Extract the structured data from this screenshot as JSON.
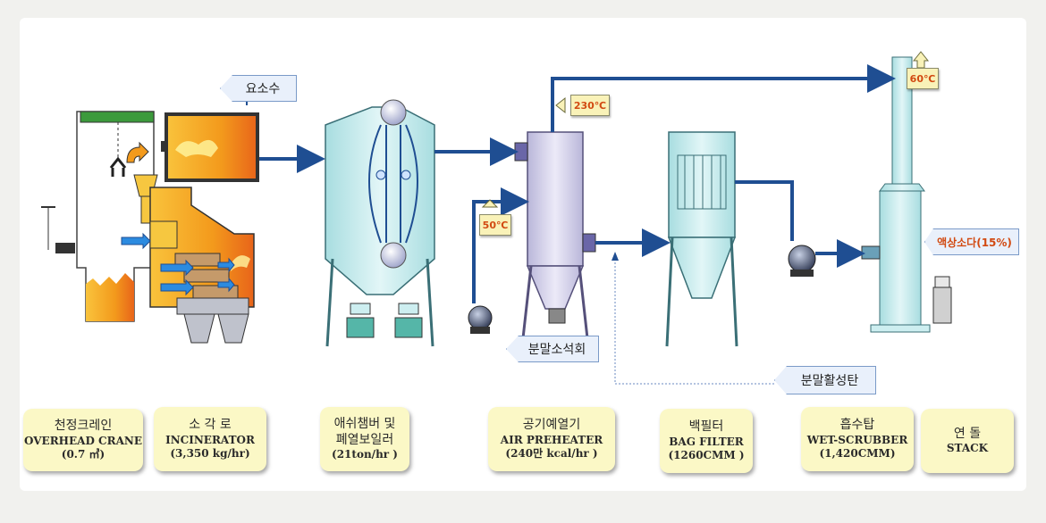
{
  "colors": {
    "pipe": "#1f4e92",
    "caption_bg": "#fbf8c6",
    "flame": "#f39a1c",
    "equipment": "#cdeef0"
  },
  "callouts": {
    "urea": "요소수",
    "lime_powder": "분말소석회",
    "activated_carbon": "분말활성탄",
    "liquid_soda": "액상소다(15%)"
  },
  "temps": {
    "preheater_out": "230℃",
    "air_in": "50℃",
    "stack": "60℃"
  },
  "captions": [
    {
      "ko": "천정크레인",
      "en": "OVERHEAD CRANE",
      "spec": "(0.7 ㎥)"
    },
    {
      "ko": "소 각 로",
      "en": "INCINERATOR",
      "spec": "(3,350 kg/hr)"
    },
    {
      "ko": "애쉬챔버 및",
      "en": "폐열보일러",
      "spec": "(21ton/hr )"
    },
    {
      "ko": "공기예열기",
      "en": "AIR PREHEATER",
      "spec": "(240만 kcal/hr )"
    },
    {
      "ko": "백필터",
      "en": "BAG FILTER",
      "spec": "(1260CMM )"
    },
    {
      "ko": "흡수탑",
      "en": "WET-SCRUBBER",
      "spec": "(1,420CMM)"
    },
    {
      "ko": "연 돌",
      "en": "STACK",
      "spec": ""
    }
  ]
}
